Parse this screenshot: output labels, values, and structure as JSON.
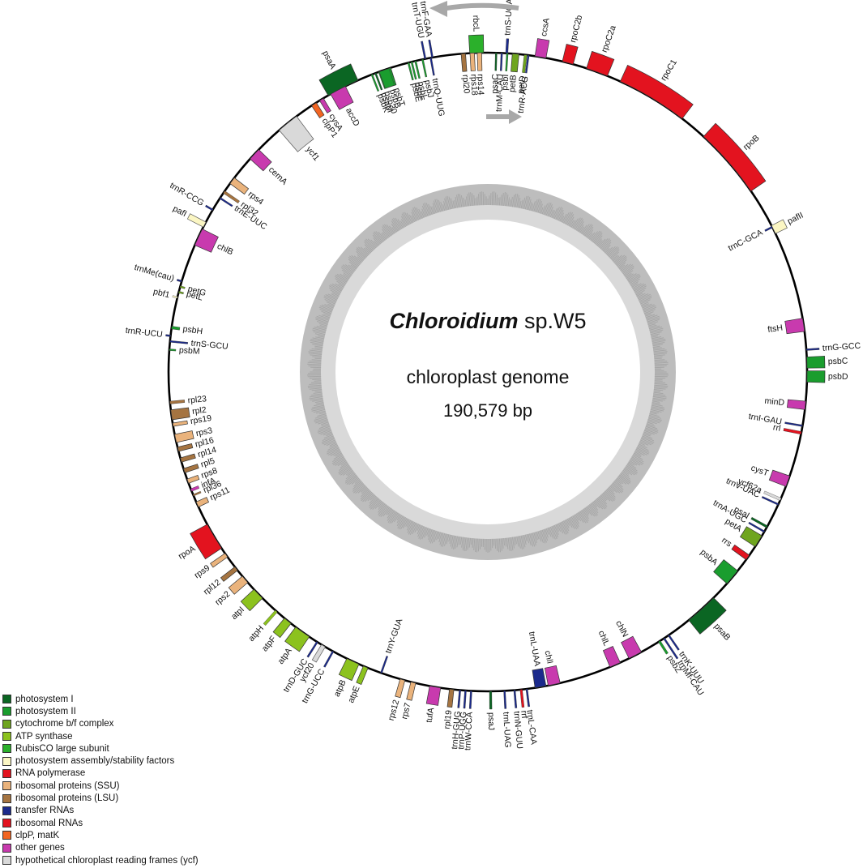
{
  "title": {
    "species": "Chloroidium",
    "strain": "sp.W5"
  },
  "subtitle": "chloroplast genome",
  "genome_size": "190,579 bp",
  "categories": {
    "psi": {
      "label": "photosystem I",
      "color": "#0b6623"
    },
    "psii": {
      "label": "photosystem II",
      "color": "#1a9d2e"
    },
    "cyt": {
      "label": "cytochrome b/f complex",
      "color": "#6fa51f"
    },
    "atp": {
      "label": "ATP synthase",
      "color": "#8cc21e"
    },
    "rbc": {
      "label": "RubisCO large subunit",
      "color": "#2bb02b"
    },
    "psa": {
      "label": "photosystem assembly/stability factors",
      "color": "#fbf6c3"
    },
    "rpo": {
      "label": "RNA polymerase",
      "color": "#e3131f"
    },
    "ssu": {
      "label": "ribosomal proteins (SSU)",
      "color": "#eab37c"
    },
    "lsu": {
      "label": "ribosomal proteins (LSU)",
      "color": "#a57441"
    },
    "trna": {
      "label": "transfer RNAs",
      "color": "#1b2a8c"
    },
    "rrna": {
      "label": "ribosomal RNAs",
      "color": "#e3131f"
    },
    "clp": {
      "label": "clpP, matK",
      "color": "#f26522"
    },
    "other": {
      "label": "other genes",
      "color": "#c83aae"
    },
    "ycf": {
      "label": "hypothetical chloroplast reading frames (ycf)",
      "color": "#d9d9d9"
    }
  },
  "legend_order": [
    "psi",
    "psii",
    "cyt",
    "atp",
    "rbc",
    "psa",
    "rpo",
    "ssu",
    "lsu",
    "trna",
    "rrna",
    "clp",
    "other",
    "ycf"
  ],
  "genes": [
    {
      "name": "rbcL",
      "angle": -2,
      "size": 2.5,
      "cat": "rbc",
      "side": "out",
      "h": 22
    },
    {
      "name": "trnS-UGA",
      "angle": 3.4,
      "size": 0.4,
      "cat": "trna",
      "side": "out",
      "h": 18
    },
    {
      "name": "ccsA",
      "angle": 9.5,
      "size": 2,
      "cat": "other",
      "side": "out",
      "h": 22
    },
    {
      "name": "rpoC2b",
      "angle": 14.5,
      "size": 2,
      "cat": "rpo",
      "side": "out",
      "h": 22
    },
    {
      "name": "rpoC2a",
      "angle": 20,
      "size": 4,
      "cat": "rpo",
      "side": "out",
      "h": 22
    },
    {
      "name": "rpoC1",
      "angle": 31,
      "size": 13,
      "cat": "rpo",
      "side": "out",
      "h": 22
    },
    {
      "name": "rpoB",
      "angle": 49,
      "size": 13,
      "cat": "rpo",
      "side": "out",
      "h": 22
    },
    {
      "name": "pafII",
      "angle": 63.5,
      "size": 1.6,
      "cat": "psa",
      "side": "out",
      "h": 16
    },
    {
      "name": "trnC-GCA",
      "angle": 63,
      "size": 0.3,
      "cat": "trna",
      "side": "in",
      "h": 10
    },
    {
      "name": "ftsH",
      "angle": 81.5,
      "size": 2.4,
      "cat": "other",
      "side": "in",
      "h": 22
    },
    {
      "name": "trnG-GCC",
      "angle": 86,
      "size": 0.3,
      "cat": "trna",
      "side": "out",
      "h": 16
    },
    {
      "name": "psbC",
      "angle": 88.3,
      "size": 2,
      "cat": "psii",
      "side": "out",
      "h": 22
    },
    {
      "name": "psbD",
      "angle": 90.8,
      "size": 2,
      "cat": "psii",
      "side": "out",
      "h": 22
    },
    {
      "name": "minD",
      "angle": 96,
      "size": 1.5,
      "cat": "other",
      "side": "in",
      "h": 22
    },
    {
      "name": "trnI-GAU",
      "angle": 99.7,
      "size": 0.3,
      "cat": "trna",
      "side": "in",
      "h": 22
    },
    {
      "name": "rrl",
      "angle": 101,
      "size": 0.5,
      "cat": "rrna",
      "side": "in",
      "h": 22
    },
    {
      "name": "cysT",
      "angle": 110,
      "size": 2,
      "cat": "other",
      "side": "in",
      "h": 22
    },
    {
      "name": "ycf62a",
      "angle": 113.5,
      "size": 0.5,
      "cat": "ycf",
      "side": "in",
      "h": 22
    },
    {
      "name": "trnV-UAC",
      "angle": 114.5,
      "size": 0.3,
      "cat": "trna",
      "side": "in",
      "h": 22
    },
    {
      "name": "psaI",
      "angle": 119,
      "size": 0.4,
      "cat": "psi",
      "side": "in",
      "h": 22
    },
    {
      "name": "trnA-UGC",
      "angle": 120,
      "size": 0.3,
      "cat": "trna",
      "side": "in",
      "h": 22
    },
    {
      "name": "petA",
      "angle": 122,
      "size": 2.3,
      "cat": "cyt",
      "side": "in",
      "h": 22
    },
    {
      "name": "rrs",
      "angle": 125.5,
      "size": 1,
      "cat": "rrna",
      "side": "in",
      "h": 22
    },
    {
      "name": "psbA",
      "angle": 130,
      "size": 3,
      "cat": "psii",
      "side": "in",
      "h": 22
    },
    {
      "name": "psaB",
      "angle": 138,
      "size": 6,
      "cat": "psi",
      "side": "out",
      "h": 22
    },
    {
      "name": "psbZ",
      "angle": 147.5,
      "size": 0.4,
      "cat": "psii",
      "side": "out",
      "h": 18
    },
    {
      "name": "trnK-UUU",
      "angle": 145.5,
      "size": 0.3,
      "cat": "trna",
      "side": "out",
      "h": 22
    },
    {
      "name": "trnMf-CAU",
      "angle": 146.5,
      "size": 0.3,
      "cat": "trna",
      "side": "out",
      "h": 30
    },
    {
      "name": "chlN",
      "angle": 152.5,
      "size": 2.5,
      "cat": "other",
      "side": "in",
      "h": 22
    },
    {
      "name": "chlL",
      "angle": 156.5,
      "size": 2,
      "cat": "other",
      "side": "in",
      "h": 22
    },
    {
      "name": "chlI",
      "angle": 168,
      "size": 2.2,
      "cat": "other",
      "side": "in",
      "h": 22
    },
    {
      "name": "trnL-UAA",
      "angle": 170.5,
      "size": 2,
      "cat": "trna",
      "side": "in",
      "h": 22
    },
    {
      "name": "trnL-CAA",
      "angle": 173,
      "size": 0.3,
      "cat": "trna",
      "side": "out",
      "h": 22
    },
    {
      "name": "rrf",
      "angle": 174,
      "size": 0.4,
      "cat": "rrna",
      "side": "out",
      "h": 22
    },
    {
      "name": "trnN-GUU",
      "angle": 175.2,
      "size": 0.3,
      "cat": "trna",
      "side": "out",
      "h": 22
    },
    {
      "name": "trnL-UAG",
      "angle": 177,
      "size": 0.3,
      "cat": "trna",
      "side": "out",
      "h": 22
    },
    {
      "name": "psaJ",
      "angle": 179.5,
      "size": 0.4,
      "cat": "psi",
      "side": "out",
      "h": 22
    },
    {
      "name": "trnW-CCA",
      "angle": 183,
      "size": 0.3,
      "cat": "trna",
      "side": "out",
      "h": 22
    },
    {
      "name": "trnP-UGG",
      "angle": 184,
      "size": 0.3,
      "cat": "trna",
      "side": "out",
      "h": 22
    },
    {
      "name": "trnH-GUG",
      "angle": 185,
      "size": 0.3,
      "cat": "trna",
      "side": "out",
      "h": 22
    },
    {
      "name": "rpl19",
      "angle": 186.5,
      "size": 0.8,
      "cat": "lsu",
      "side": "out",
      "h": 22
    },
    {
      "name": "tufA",
      "angle": 189.5,
      "size": 2,
      "cat": "other",
      "side": "out",
      "h": 22
    },
    {
      "name": "rps7",
      "angle": 193.5,
      "size": 0.9,
      "cat": "ssu",
      "side": "out",
      "h": 22
    },
    {
      "name": "rps12",
      "angle": 195.5,
      "size": 0.9,
      "cat": "ssu",
      "side": "out",
      "h": 22
    },
    {
      "name": "trnY-GUA",
      "angle": 199.5,
      "size": 0.3,
      "cat": "trna",
      "side": "in",
      "h": 22
    },
    {
      "name": "atpE",
      "angle": 202.5,
      "size": 0.9,
      "cat": "atp",
      "side": "out",
      "h": 22
    },
    {
      "name": "atpB",
      "angle": 205,
      "size": 2.4,
      "cat": "atp",
      "side": "out",
      "h": 22
    },
    {
      "name": "trnG-UCC",
      "angle": 209,
      "size": 0.3,
      "cat": "trna",
      "side": "out",
      "h": 22
    },
    {
      "name": "ycf20",
      "angle": 211,
      "size": 0.8,
      "cat": "ycf",
      "side": "out",
      "h": 22
    },
    {
      "name": "trnD-GUC",
      "angle": 212.3,
      "size": 0.3,
      "cat": "trna",
      "side": "out",
      "h": 22
    },
    {
      "name": "atpA",
      "angle": 215.5,
      "size": 3,
      "cat": "atp",
      "side": "out",
      "h": 22
    },
    {
      "name": "atpF",
      "angle": 218.8,
      "size": 1.5,
      "cat": "atp",
      "side": "out",
      "h": 22
    },
    {
      "name": "atpH",
      "angle": 221.5,
      "size": 0.5,
      "cat": "atp",
      "side": "out",
      "h": 22
    },
    {
      "name": "atpI",
      "angle": 226,
      "size": 2.2,
      "cat": "atp",
      "side": "out",
      "h": 22
    },
    {
      "name": "rps2",
      "angle": 229.5,
      "size": 1.5,
      "cat": "ssu",
      "side": "out",
      "h": 22
    },
    {
      "name": "rpl12",
      "angle": 232,
      "size": 0.8,
      "cat": "lsu",
      "side": "out",
      "h": 22
    },
    {
      "name": "rps9",
      "angle": 235,
      "size": 0.8,
      "cat": "ssu",
      "side": "out",
      "h": 22
    },
    {
      "name": "rpoA",
      "angle": 239,
      "size": 5,
      "cat": "rpo",
      "side": "out",
      "h": 24
    },
    {
      "name": "rps11",
      "angle": 245.5,
      "size": 1,
      "cat": "ssu",
      "side": "in",
      "h": 14
    },
    {
      "name": "rpl36",
      "angle": 247.3,
      "size": 0.3,
      "cat": "lsu",
      "side": "in",
      "h": 10
    },
    {
      "name": "infA",
      "angle": 248.3,
      "size": 0.5,
      "cat": "other",
      "side": "in",
      "h": 10
    },
    {
      "name": "rps8",
      "angle": 250,
      "size": 0.8,
      "cat": "ssu",
      "side": "in",
      "h": 14
    },
    {
      "name": "rpl5",
      "angle": 252,
      "size": 0.8,
      "cat": "lsu",
      "side": "in",
      "h": 18
    },
    {
      "name": "rpl14",
      "angle": 254,
      "size": 0.8,
      "cat": "lsu",
      "side": "in",
      "h": 18
    },
    {
      "name": "rpl16",
      "angle": 256,
      "size": 0.8,
      "cat": "lsu",
      "side": "in",
      "h": 18
    },
    {
      "name": "rps3",
      "angle": 258,
      "size": 1.5,
      "cat": "ssu",
      "side": "in",
      "h": 22
    },
    {
      "name": "rps19",
      "angle": 260.5,
      "size": 0.6,
      "cat": "ssu",
      "side": "in",
      "h": 18
    },
    {
      "name": "rpl2",
      "angle": 262.3,
      "size": 1.8,
      "cat": "lsu",
      "side": "in",
      "h": 22
    },
    {
      "name": "rpl23",
      "angle": 264.5,
      "size": 0.5,
      "cat": "lsu",
      "side": "in",
      "h": 18
    },
    {
      "name": "psbM",
      "angle": 274,
      "size": 0.3,
      "cat": "psii",
      "side": "in",
      "h": 8
    },
    {
      "name": "trnS-GCU",
      "angle": 275.5,
      "size": 0.3,
      "cat": "trna",
      "side": "in",
      "h": 22
    },
    {
      "name": "trnR-UCU",
      "angle": 276.5,
      "size": 0.3,
      "cat": "trna",
      "side": "out",
      "h": 6
    },
    {
      "name": "psbH",
      "angle": 278,
      "size": 0.5,
      "cat": "psii",
      "side": "in",
      "h": 10
    },
    {
      "name": "pbf1",
      "angle": 283.5,
      "size": 0.3,
      "cat": "psa",
      "side": "out",
      "h": 6
    },
    {
      "name": "petL",
      "angle": 284.5,
      "size": 0.3,
      "cat": "cyt",
      "side": "in",
      "h": 6
    },
    {
      "name": "petG",
      "angle": 285.5,
      "size": 0.3,
      "cat": "cyt",
      "side": "in",
      "h": 6
    },
    {
      "name": "trnMe(cau)",
      "angle": 286.5,
      "size": 0.3,
      "cat": "trna",
      "side": "out",
      "h": 6
    },
    {
      "name": "chlB",
      "angle": 295,
      "size": 3.2,
      "cat": "other",
      "side": "in",
      "h": 22
    },
    {
      "name": "pafI",
      "angle": 297.5,
      "size": 1,
      "cat": "psa",
      "side": "out",
      "h": 22
    },
    {
      "name": "trnR-CCG",
      "angle": 300.5,
      "size": 0.3,
      "cat": "trna",
      "side": "out",
      "h": 10
    },
    {
      "name": "trnE-UUC",
      "angle": 303,
      "size": 0.3,
      "cat": "trna",
      "side": "in",
      "h": 18
    },
    {
      "name": "rpl32",
      "angle": 304.3,
      "size": 0.5,
      "cat": "lsu",
      "side": "in",
      "h": 22
    },
    {
      "name": "rps4",
      "angle": 306.8,
      "size": 1.3,
      "cat": "ssu",
      "side": "in",
      "h": 22
    },
    {
      "name": "cemA",
      "angle": 313,
      "size": 2.3,
      "cat": "other",
      "side": "in",
      "h": 22
    },
    {
      "name": "ycf1",
      "angle": 321.2,
      "size": 4,
      "cat": "ycf",
      "side": "in",
      "h": 35
    },
    {
      "name": "clpP1",
      "angle": 327,
      "size": 1,
      "cat": "clp",
      "side": "in",
      "h": 18
    },
    {
      "name": "cysA",
      "angle": 328.6,
      "size": 0.8,
      "cat": "other",
      "side": "in",
      "h": 18
    },
    {
      "name": "accD",
      "angle": 332,
      "size": 3,
      "cat": "other",
      "side": "in",
      "h": 22
    },
    {
      "name": "psbK",
      "angle": 338.7,
      "size": 0.3,
      "cat": "psii",
      "side": "in",
      "h": 22
    },
    {
      "name": "psaM",
      "angle": 339.4,
      "size": 0.3,
      "cat": "psi",
      "side": "in",
      "h": 22
    },
    {
      "name": "psb30",
      "angle": 340.1,
      "size": 0.3,
      "cat": "psii",
      "side": "in",
      "h": 22
    },
    {
      "name": "psbB",
      "angle": 341.2,
      "size": 2.2,
      "cat": "psii",
      "side": "in",
      "h": 22
    },
    {
      "name": "psbT",
      "angle": 342.1,
      "size": 0.3,
      "cat": "psii",
      "side": "in",
      "h": 22
    },
    {
      "name": "psaA",
      "angle": 333,
      "size": 6,
      "cat": "psi",
      "side": "out",
      "h": 22
    },
    {
      "name": "psbE",
      "angle": 345.6,
      "size": 0.3,
      "cat": "psii",
      "side": "in",
      "h": 22
    },
    {
      "name": "psbF",
      "angle": 346.2,
      "size": 0.3,
      "cat": "psii",
      "side": "in",
      "h": 22
    },
    {
      "name": "psbL",
      "angle": 346.9,
      "size": 0.3,
      "cat": "psii",
      "side": "in",
      "h": 22
    },
    {
      "name": "psbJ",
      "angle": 348.2,
      "size": 0.3,
      "cat": "psii",
      "side": "in",
      "h": 22
    },
    {
      "name": "trnQ-UUG",
      "angle": 349.7,
      "size": 0.3,
      "cat": "trna",
      "side": "in",
      "h": 22
    },
    {
      "name": "trnT-UGU",
      "angle": 348.7,
      "size": 0.3,
      "cat": "trna",
      "side": "out",
      "h": 22
    },
    {
      "name": "trnF-GAA",
      "angle": 350,
      "size": 0.3,
      "cat": "trna",
      "side": "out",
      "h": 22
    },
    {
      "name": "rpl20",
      "angle": 355.6,
      "size": 0.8,
      "cat": "lsu",
      "side": "in",
      "h": 22
    },
    {
      "name": "rps18",
      "angle": 357.2,
      "size": 0.8,
      "cat": "ssu",
      "side": "in",
      "h": 22
    },
    {
      "name": "rps14",
      "angle": 358.5,
      "size": 0.8,
      "cat": "ssu",
      "side": "in",
      "h": 22
    },
    {
      "name": "psaC",
      "angle": 1.5,
      "size": 0.3,
      "cat": "psi",
      "side": "in",
      "h": 22
    },
    {
      "name": "trnM-CAU",
      "angle": 2.5,
      "size": 0.3,
      "cat": "trna",
      "side": "in",
      "h": 22
    },
    {
      "name": "psbI",
      "angle": 3.5,
      "size": 0.3,
      "cat": "psii",
      "side": "in",
      "h": 22
    },
    {
      "name": "petB",
      "angle": 5,
      "size": 1.2,
      "cat": "cyt",
      "side": "in",
      "h": 22
    },
    {
      "name": "petD",
      "angle": 6.8,
      "size": 0.5,
      "cat": "cyt",
      "side": "in",
      "h": 22
    },
    {
      "name": "trnR-ACG",
      "angle": 7.3,
      "size": 0.3,
      "cat": "trna",
      "side": "in",
      "h": 22
    }
  ]
}
